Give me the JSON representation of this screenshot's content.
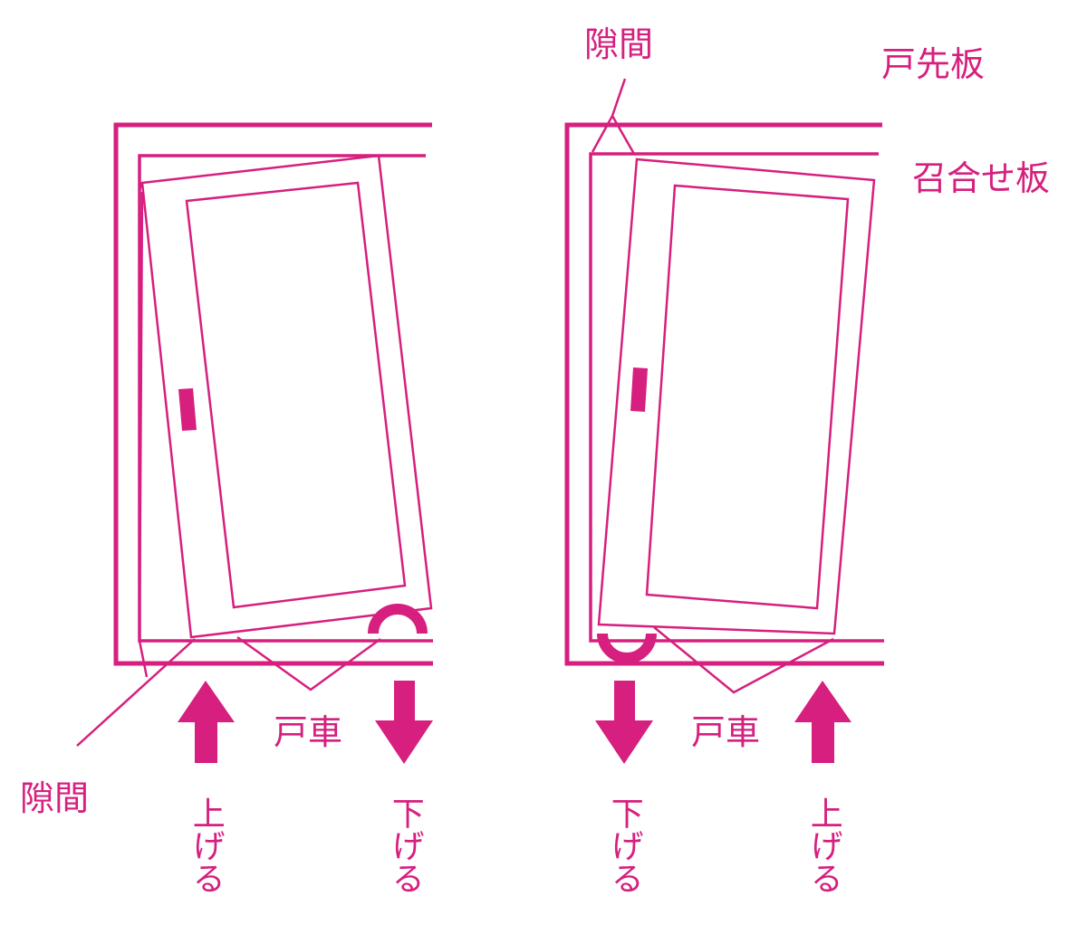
{
  "colors": {
    "accent": "#d61f7e"
  },
  "labels": {
    "left_gap": "隙間",
    "left_roller": "戸車",
    "left_raise": "上げる",
    "left_lower": "下げる",
    "right_gap": "隙間",
    "right_roller": "戸車",
    "right_lower": "下げる",
    "right_raise": "上げる",
    "door_stile_board": "戸先板",
    "meeting_board": "召合せ板"
  }
}
